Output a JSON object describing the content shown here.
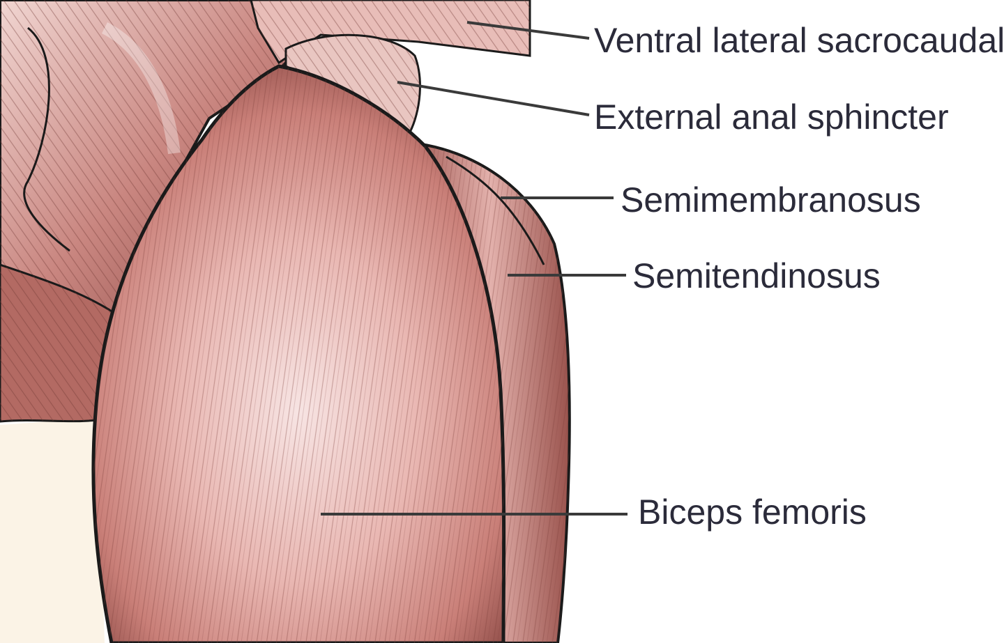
{
  "labels": [
    {
      "id": "ventral-lateral-sacrocaudal",
      "text": "Ventral lateral sacrocaudalis"
    },
    {
      "id": "external-anal-sphincter",
      "text": "External anal sphincter"
    },
    {
      "id": "semimembranosus",
      "text": "Semimembranosus"
    },
    {
      "id": "semitendinosus",
      "text": "Semitendinosus"
    },
    {
      "id": "biceps-femoris",
      "text": "Biceps femoris"
    }
  ],
  "colors": {
    "muscle_light": "#f2d2cf",
    "muscle_mid": "#d9948c",
    "muscle_dark": "#8a4a46",
    "outline": "#1a1a1a",
    "label_text": "#2b2b3a",
    "leader_line": "#3a3a3a",
    "background_fat": "#fbf3e6"
  }
}
